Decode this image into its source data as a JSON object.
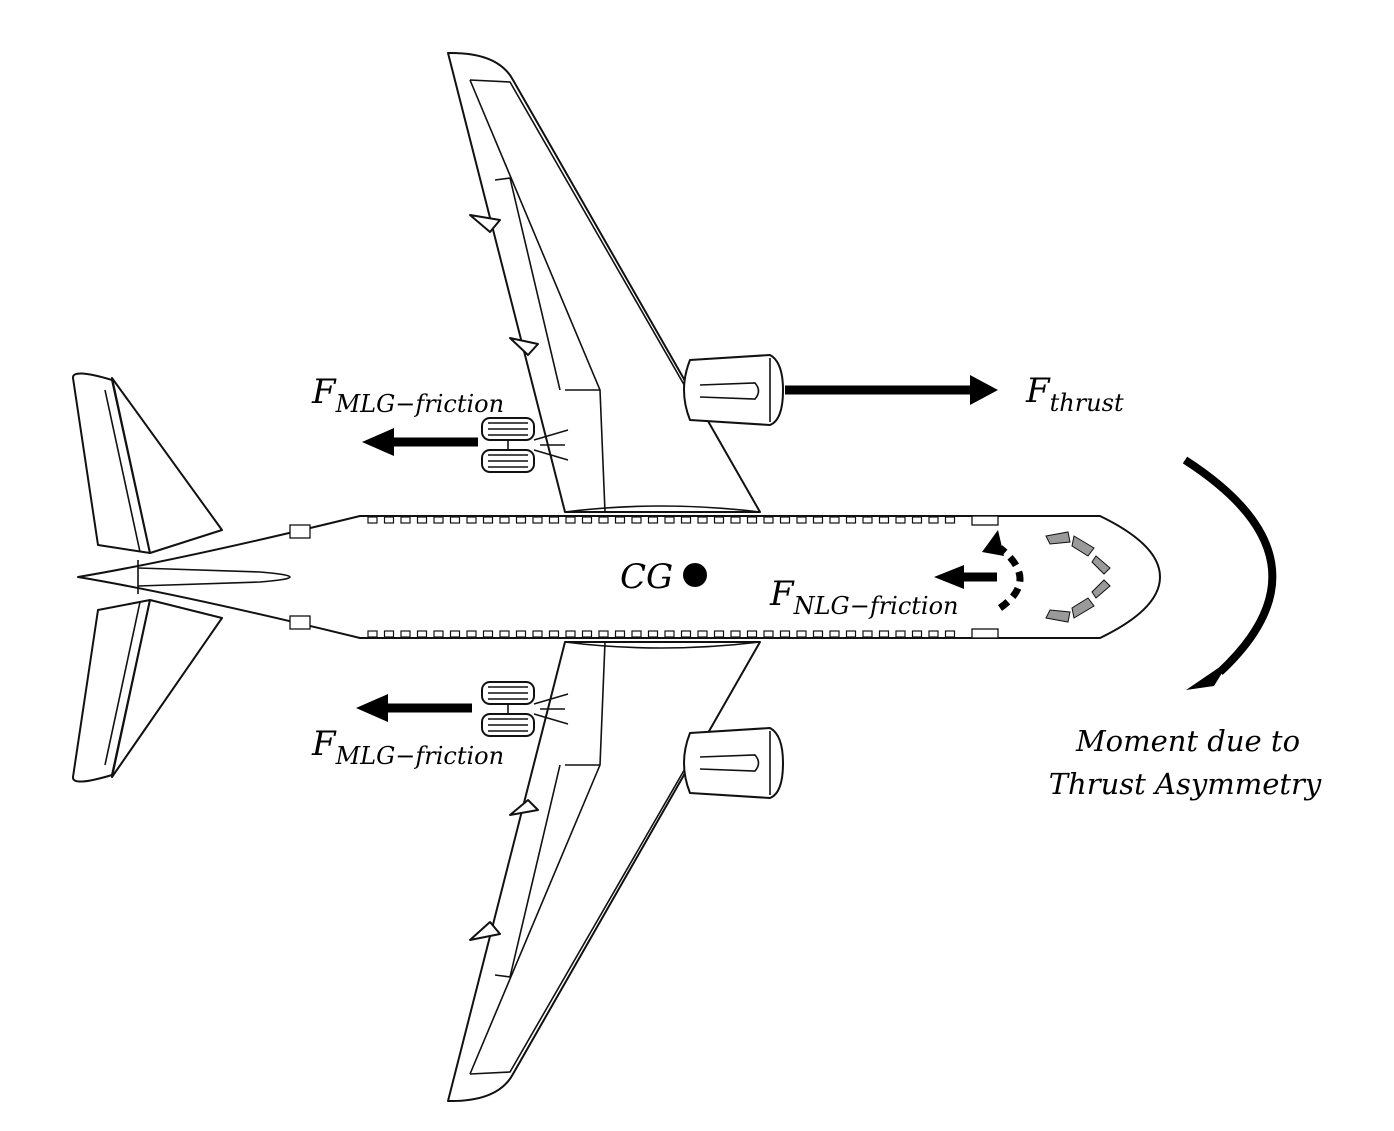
{
  "labels": {
    "thrust": {
      "base": "F",
      "sub": "thrust"
    },
    "mlg_top": {
      "base": "F",
      "sub": "MLG−friction"
    },
    "mlg_bottom": {
      "base": "F",
      "sub": "MLG−friction"
    },
    "nlg": {
      "base": "F",
      "sub": "NLG−friction"
    },
    "cg": "CG",
    "moment_line1": "Moment due to",
    "moment_line2": "Thrust Asymmetry"
  },
  "colors": {
    "ink": "#111111",
    "background": "#ffffff",
    "window": "#9a9a9a"
  }
}
